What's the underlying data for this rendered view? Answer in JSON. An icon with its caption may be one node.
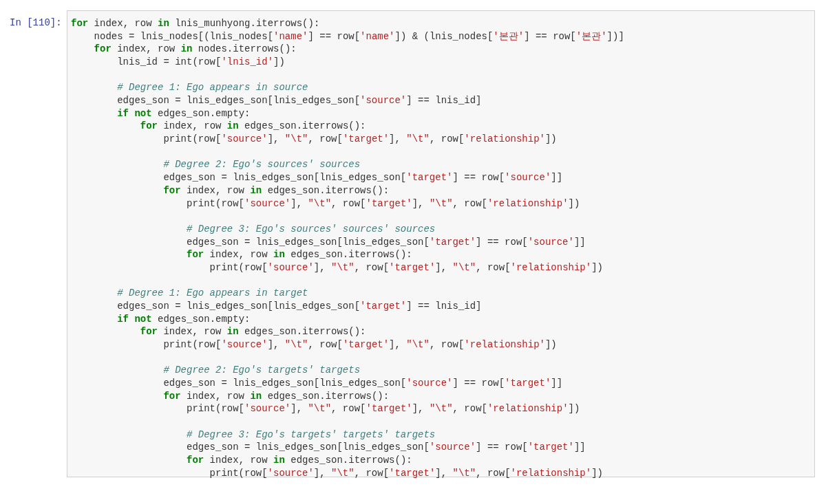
{
  "diagram": {
    "nodes": [
      {
        "text": [
          "**for** index, row **in** lnis_munhyong.iterrows():",
          "nodes = lnis_nodes[(lnis_nodes['name'] == row['name']) & (lnis_nodes['본관'] == row['본관'])]",
          "**for** index, row **in** nodes.iterrows():",
          "lnis_id = int(row['lnis_id'])",
          "# Degree 1: Ego appears in source",
          "edges_son = lnis_edges_son[lnis_edges_son['source'] == lnis_id]",
          "**if** **not** edges_son.empty:",
          "**for** index, row **in** edges_son.iterrows():",
          "print(row['source'], \"\\t\", row['target'], \"\\t\", row['relationship'])",
          "# Degree 2: Ego's sources' sources",
          "edges_son = lnis_edges_son[lnis_edges_son['target'] == row['source']]",
          "**for** index, row **in** edges_son.iterrows():",
          "print(row['source'], \"\\t\", row['target'], \"\\t\", row['relationship'])",
          "# Degree 3: Ego's sources' sources' sources",
          "edges_son = lnis_edges_son[lnis_edges_son['target'] == row['source']]",
          "**for** index, row **in** edges_son.iterrows():",
          "print(row['source'], \"\\t\", row['target'], \"\\t\", row['relationship'])",
          "# Degree 1: Ego appears in target",
          "edges_son = lnis_edges_son[lnis_edges_son['target'] == lnis_id]",
          "**if** **not** edges_son.empty:",
          "**for** index, row **in** edges_son.iterrows():",
          "print(row['source'], \"\\t\", row['target'], \"\\t\", row['relationship'])",
          "# Degree 2: Ego's targets' targets",
          "edges_son = lnis_edges_son[lnis_edges_son['source'] == row['target']]",
          "**for** index, row **in** edges_son.iterrows():",
          "print(row['source'], \"\\t\", row['target'], \"\\t\", row['relationship'])",
          "# Degree 3: Ego's targets' targets' targets",
          "edges_son = lnis_edges_son[lnis_edges_son['source'] == row['target']]",
          "**for** index, row **in** edges_son.iterrows():",
          "print(row['source'], \"\\t\", row['target'], \"\\t\", row['relationship'])"
        ],
        "beside": [
          "In [110]:"
        ]
      }
    ]
  }
}
